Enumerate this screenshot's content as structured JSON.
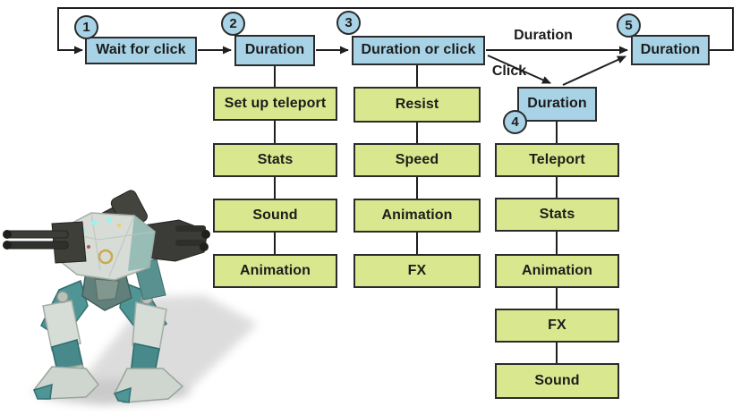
{
  "diagram": {
    "colors": {
      "step_fill": "#a8d3e7",
      "task_fill": "#d9e88f",
      "box_border": "#2b2b2b",
      "line_color": "#1f1f1f",
      "text_color": "#1c1c1a",
      "background": "#ffffff"
    },
    "steps": [
      {
        "num": "1",
        "label": "Wait for click"
      },
      {
        "num": "2",
        "label": "Duration"
      },
      {
        "num": "3",
        "label": "Duration or click"
      },
      {
        "num": "4",
        "label": "Duration"
      },
      {
        "num": "5",
        "label": "Duration"
      }
    ],
    "edge_labels": {
      "duration": "Duration",
      "click": "Click"
    },
    "columns": [
      {
        "under_step": "2",
        "items": [
          "Set up teleport",
          "Stats",
          "Sound",
          "Animation"
        ]
      },
      {
        "under_step": "3",
        "items": [
          "Resist",
          "Speed",
          "Animation",
          "FX"
        ]
      },
      {
        "under_step": "4",
        "items": [
          "Teleport",
          "Stats",
          "Animation",
          "FX",
          "Sound"
        ]
      }
    ]
  }
}
